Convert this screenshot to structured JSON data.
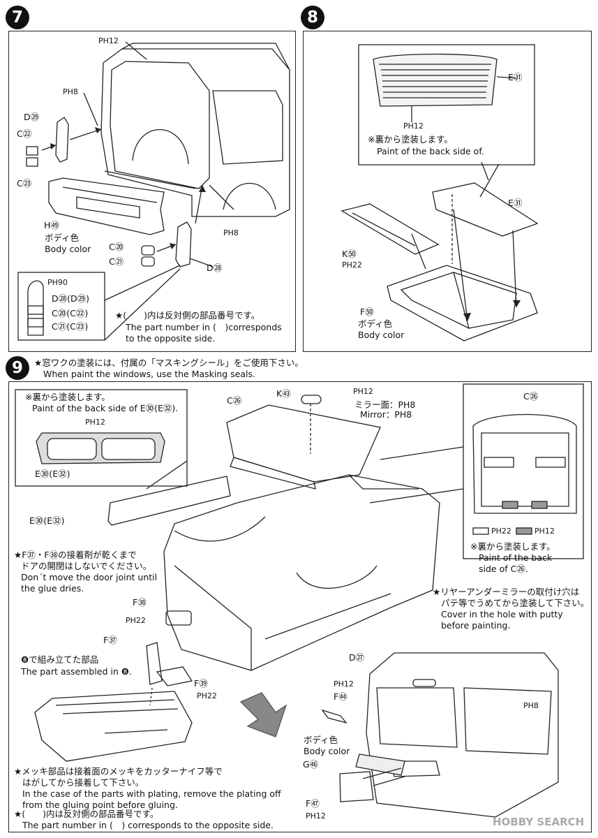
{
  "step7": {
    "number": "7",
    "parts": {
      "ph12_top": "PH12",
      "ph8_left": "PH8",
      "d29": "D㉙",
      "c22": "C㉒",
      "c23": "C㉓",
      "h59": "H㊾",
      "body_color_jp": "ボディ色",
      "body_color_en": "Body color",
      "ph8_right": "PH8",
      "c20": "C⑳",
      "c21": "C㉑",
      "d28": "D㉘"
    },
    "inset": {
      "ph90": "PH90",
      "d28_d29": "D㉘(D㉙)",
      "c20_c22": "C⑳(C㉒)",
      "c21_c23": "C㉑(C㉓)"
    },
    "note_jp": "★(　　)内は反対側の部品番号です。",
    "note_en_1": "The part number in (　)corresponds",
    "note_en_2": "to the opposite side."
  },
  "step8": {
    "number": "8",
    "parts": {
      "e31_top": "E㉛",
      "ph12": "PH12",
      "note_jp": "※裏から塗装します。",
      "note_en": "Paint of the back side of.",
      "e31": "E㉛",
      "k70": "K㊿",
      "ph22": "PH22",
      "f50": "F㊿",
      "body_color_jp": "ボディ色",
      "body_color_en": "Body color"
    }
  },
  "step9": {
    "number": "9",
    "header_jp": "★窓ワクの塗装には、付属の「マスキングシール」をご使用下さい。",
    "header_en": "When paint the windows, use the Masking seals.",
    "inset_left": {
      "note_jp": "※裏から塗装します。",
      "note_en": "Paint of the back side of E㉚(E㉜).",
      "ph12": "PH12",
      "label": "E㉚(E㉜)"
    },
    "e30_e32": "E㉚(E㉜)",
    "k63": "K㊸",
    "ph12_mirror": "PH12",
    "mirror_jp": "ミラー面：PH8",
    "mirror_en": "Mirror：PH8",
    "c26": "C㉖",
    "inset_right": {
      "c26": "C㉖",
      "legend_ph22": "PH22",
      "legend_ph12": "PH12",
      "note_jp": "※裏から塗装します。",
      "note_en_1": "Paint of the back",
      "note_en_2": "side of C㉖."
    },
    "door_note_jp_1": "★F㊲・F㊳の接着剤が乾くまで",
    "door_note_jp_2": "ドアの開閉はしないでください。",
    "door_note_en_1": "Don´t move the door joint until",
    "door_note_en_2": "the glue dries.",
    "f38": "F㊳",
    "ph22_a": "PH22",
    "f37": "F㊲",
    "f39": "F㊴",
    "ph22_b": "PH22",
    "assembled_jp": "❽で組み立てた部品",
    "assembled_en": "The part assembled in ❽.",
    "mirror_note_jp_1": "★リヤーアンダーミラーの取付け穴は",
    "mirror_note_jp_2": "パテ等でうめてから塗装して下さい。",
    "mirror_note_en_1": "Cover in the hole with putty",
    "mirror_note_en_2": "before painting.",
    "d27": "D㉗",
    "ph12_b": "PH12",
    "f44": "F㊹",
    "ph8_b": "PH8",
    "body_color_jp": "ボディ色",
    "body_color_en": "Body color",
    "g56": "G㊻",
    "f47": "F㊼",
    "ph12_c": "PH12",
    "plating_jp_1": "★メッキ部品は接着面のメッキをカッターナイフ等で",
    "plating_jp_2": "はがしてから接着して下さい。",
    "plating_en_1": "In the case of the parts with plating, remove the plating off",
    "plating_en_2": "from the gluing point before gluing.",
    "opp_jp": "★(　　)内は反対側の部品番号です。",
    "opp_en": "The part number in (　) corresponds to the opposite side."
  },
  "watermark": "HOBBY SEARCH"
}
